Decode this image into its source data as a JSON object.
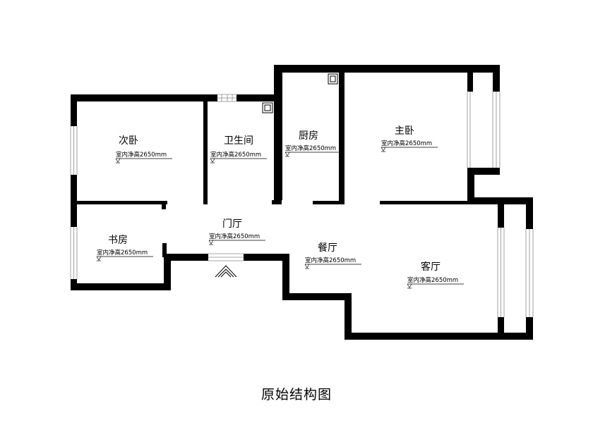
{
  "title": "原始结构图",
  "height_label": "室内净高2650mm",
  "rooms": [
    {
      "id": "second-bedroom",
      "name": "次卧"
    },
    {
      "id": "bathroom",
      "name": "卫生间"
    },
    {
      "id": "kitchen",
      "name": "厨房"
    },
    {
      "id": "master-bedroom",
      "name": "主卧"
    },
    {
      "id": "study",
      "name": "书房"
    },
    {
      "id": "foyer",
      "name": "门厅"
    },
    {
      "id": "dining-room",
      "name": "餐厅"
    },
    {
      "id": "living-room",
      "name": "客厅"
    }
  ],
  "colors": {
    "wall": "#000000",
    "window": "#8a8a8a",
    "background": "#ffffff"
  }
}
